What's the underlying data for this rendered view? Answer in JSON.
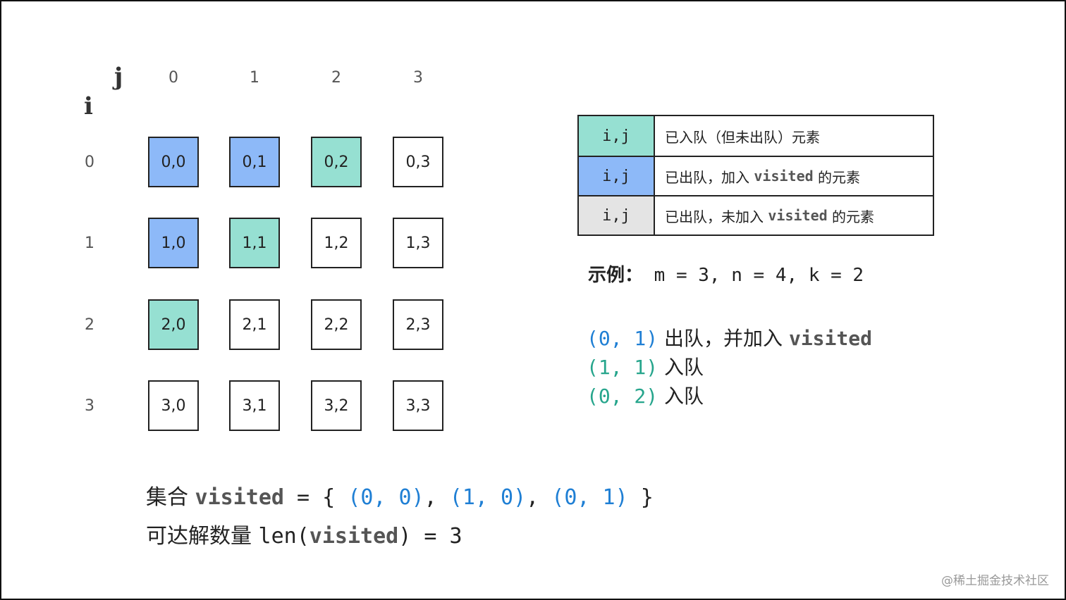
{
  "axes": {
    "row_axis": "i",
    "col_axis": "j"
  },
  "col_indices": [
    "0",
    "1",
    "2",
    "3"
  ],
  "row_indices": [
    "0",
    "1",
    "2",
    "3"
  ],
  "grid": [
    [
      {
        "label": "0,0",
        "state": "visited"
      },
      {
        "label": "0,1",
        "state": "visited"
      },
      {
        "label": "0,2",
        "state": "queued"
      },
      {
        "label": "0,3",
        "state": "none"
      }
    ],
    [
      {
        "label": "1,0",
        "state": "visited"
      },
      {
        "label": "1,1",
        "state": "queued"
      },
      {
        "label": "1,2",
        "state": "none"
      },
      {
        "label": "1,3",
        "state": "none"
      }
    ],
    [
      {
        "label": "2,0",
        "state": "queued"
      },
      {
        "label": "2,1",
        "state": "none"
      },
      {
        "label": "2,2",
        "state": "none"
      },
      {
        "label": "2,3",
        "state": "none"
      }
    ],
    [
      {
        "label": "3,0",
        "state": "none"
      },
      {
        "label": "3,1",
        "state": "none"
      },
      {
        "label": "3,2",
        "state": "none"
      },
      {
        "label": "3,3",
        "state": "none"
      }
    ]
  ],
  "colors": {
    "visited": "#8db9f8",
    "queued": "#96e0d2",
    "unvisited_dequeued": "#e4e4e4",
    "coord_blue": "#1f7fd4",
    "coord_teal": "#26a58c"
  },
  "legend": [
    {
      "swatch_label": "i,j",
      "color": "#96e0d2",
      "text_before": "已入队（但未出队）元素",
      "keyword": "",
      "text_after": ""
    },
    {
      "swatch_label": "i,j",
      "color": "#8db9f8",
      "text_before": "已出队，加入 ",
      "keyword": "visited",
      "text_after": " 的元素"
    },
    {
      "swatch_label": "i,j",
      "color": "#e4e4e4",
      "text_before": "已出队，未加入 ",
      "keyword": "visited",
      "text_after": " 的元素"
    }
  ],
  "example": {
    "label": "示例：",
    "params": " m = 3, n = 4, k = 2"
  },
  "steps": [
    {
      "coord": "(0, 1)",
      "action": " 出队，并加入 ",
      "keyword": "visited",
      "color": "blue"
    },
    {
      "coord": "(1, 1)",
      "action": " 入队",
      "keyword": "",
      "color": "teal"
    },
    {
      "coord": "(0, 2)",
      "action": " 入队",
      "keyword": "",
      "color": "teal"
    }
  ],
  "summary": {
    "set_label": "集合 ",
    "set_keyword": "visited",
    "set_eq": " = { ",
    "set_items": [
      "(0, 0)",
      ", ",
      "(1, 0)",
      ", ",
      "(0, 1)"
    ],
    "set_close": " }",
    "count_label": "可达解数量 ",
    "count_fn_open": "len(",
    "count_keyword": "visited",
    "count_fn_close": ") = 3"
  },
  "watermark": "@稀土掘金技术社区"
}
